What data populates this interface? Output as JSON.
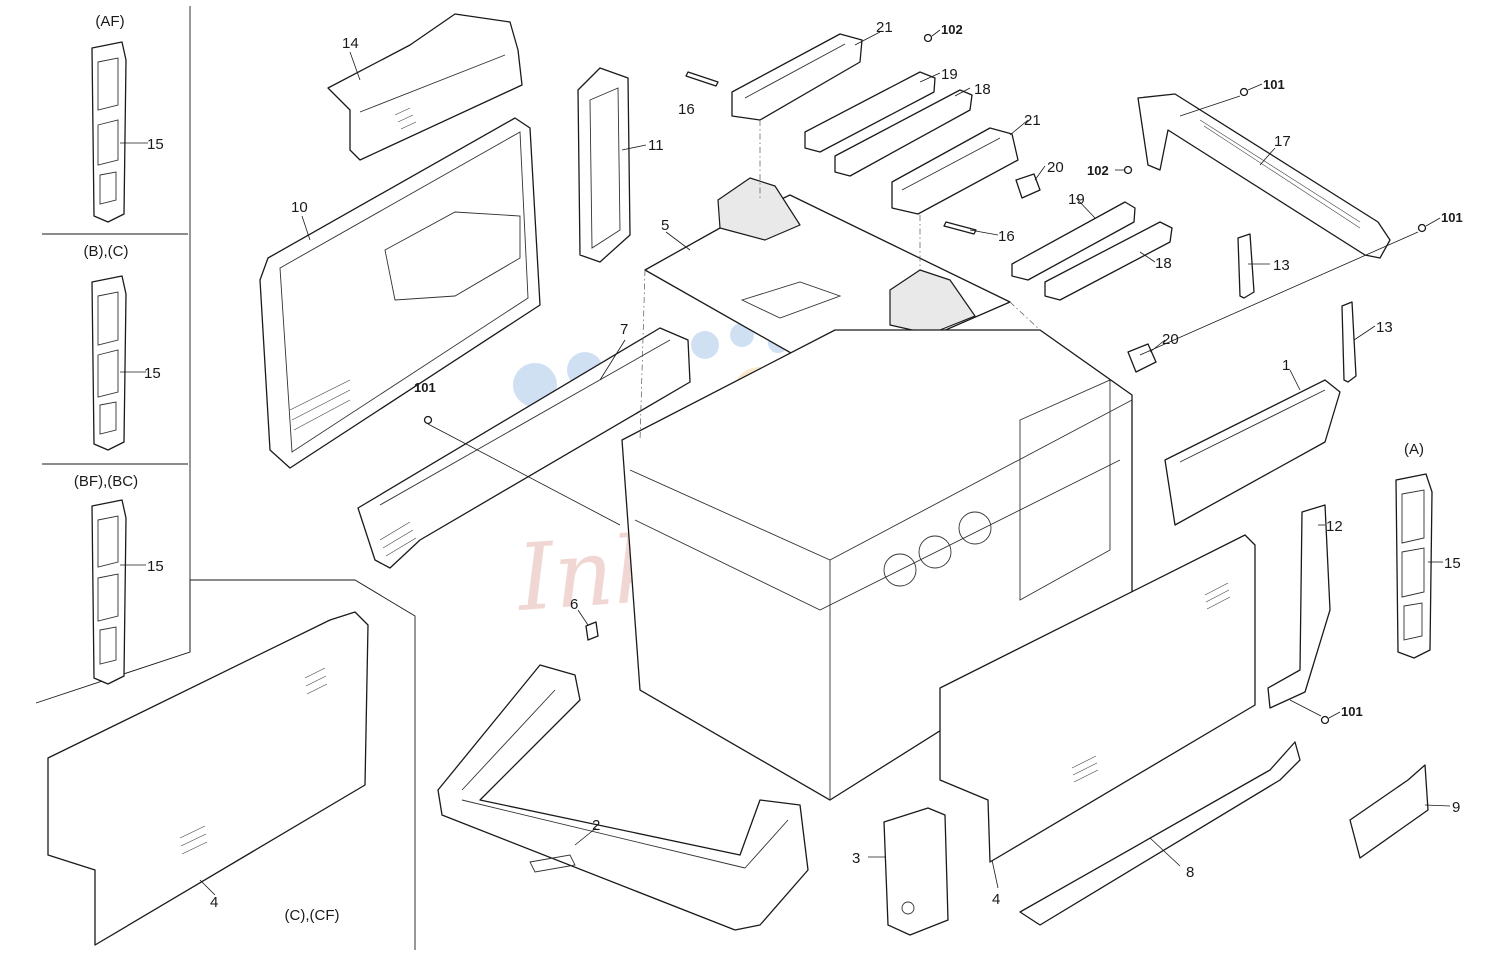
{
  "diagram": {
    "variant_labels": {
      "af": "(AF)",
      "b_c": "(B),(C)",
      "bf_bc": "(BF),(BC)",
      "a": "(A)",
      "c_cf": "(C),(CF)"
    },
    "callouts": {
      "p1": "1",
      "p2": "2",
      "p3": "3",
      "p4_left": "4",
      "p4_right": "4",
      "p5": "5",
      "p6": "6",
      "p7": "7",
      "p8": "8",
      "p9": "9",
      "p10": "10",
      "p11": "11",
      "p12": "12",
      "p13_upper": "13",
      "p13_lower": "13",
      "p14": "14",
      "p15_af": "15",
      "p15_bc": "15",
      "p15_bfbc": "15",
      "p15_a": "15",
      "p16_upper": "16",
      "p16_lower": "16",
      "p17": "17",
      "p18_upper": "18",
      "p18_lower": "18",
      "p19_upper": "19",
      "p19_lower": "19",
      "p20_upper": "20",
      "p20_lower": "20",
      "p21_upper": "21",
      "p21_lower": "21",
      "s101_top": "101",
      "s101_right": "101",
      "s101_left": "101",
      "s101_bottom": "101",
      "s102_top": "102",
      "s102_mid": "102"
    },
    "watermark": "Ink-Market",
    "watermark_colors": [
      "#a9c6ea",
      "#f3d59c",
      "#e7b8b0"
    ]
  }
}
